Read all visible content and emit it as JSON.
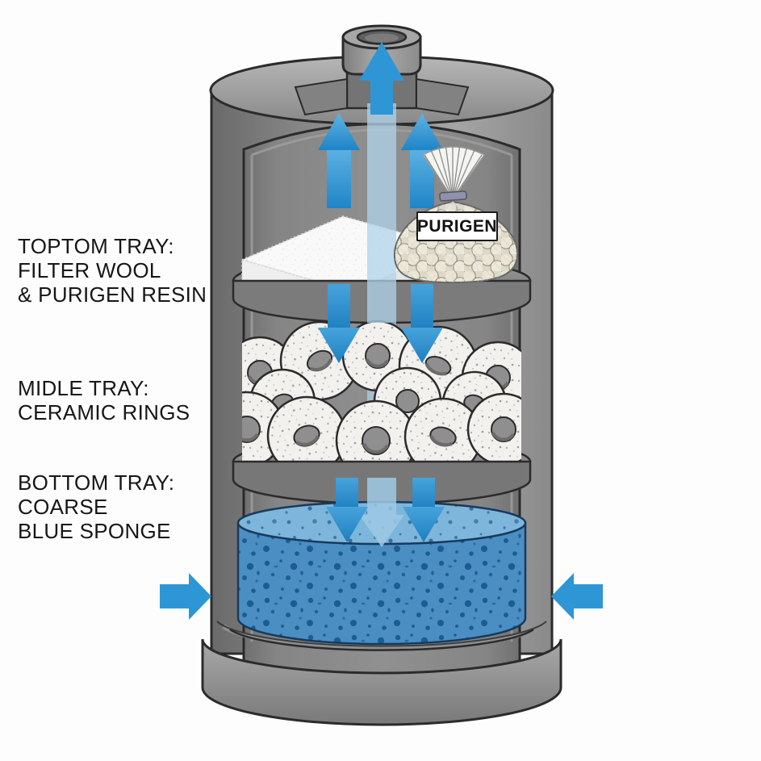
{
  "diagram": {
    "subject": "canister-filter-cutaway"
  },
  "labels": {
    "top_tray": {
      "lines": [
        "TOPTOM TRAY:",
        "FILTER WOOL",
        "& PURIGEN RESIN"
      ]
    },
    "middle_tray": {
      "lines": [
        "MIDLE TRAY:",
        "CERAMIC RINGS"
      ]
    },
    "bottom_tray": {
      "lines": [
        "BOTTOM TRAY:",
        "COARSE",
        "BLUE SPONGE"
      ]
    }
  },
  "purigen_bag": {
    "label": "PURIGEN"
  },
  "icons": {
    "outflow_arrow": "up-arrow",
    "upper_flow_arrows": "up-arrow",
    "mid_flow_arrows": "down-arrow",
    "lower_flow_arrows": "down-arrow",
    "left_inlet_arrow": "right-arrow",
    "right_inlet_arrow": "left-arrow"
  },
  "colors": {
    "arrow_blue": "#2E96D4",
    "flow_column_blue": "#A9D3EC",
    "sponge_blue": "#4A8EC2",
    "sponge_speckle": "#1D5C93",
    "sponge_top_blue": "#7DB6DA",
    "canister_gray": "#8C8C8C",
    "canister_dark_gray": "#6A6A6A",
    "outline": "#2B2B2B",
    "ring_white": "#F2F1EE",
    "bead_cream": "#ECE7D5",
    "label_text": "#161616",
    "background": "#FDFDFD"
  }
}
